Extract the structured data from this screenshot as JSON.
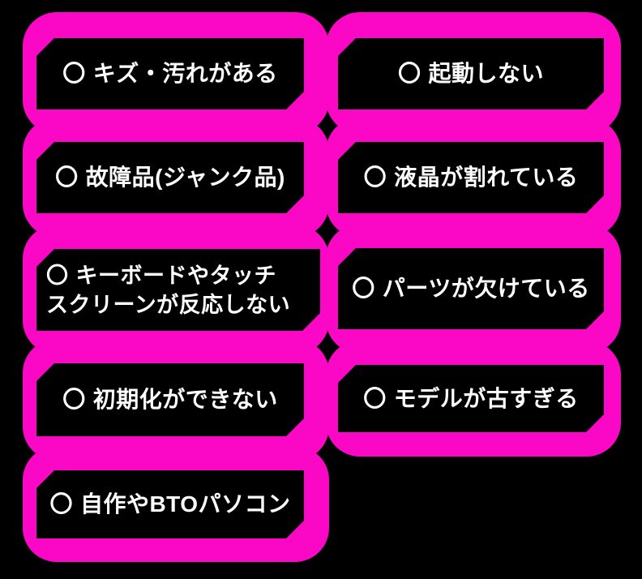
{
  "style": {
    "page_bg": "#000000",
    "blob_pink": "#fb07c6",
    "tag_black": "#000000",
    "text_white": "#ffffff"
  },
  "items": [
    {
      "marker": "〇",
      "label": "キズ・汚れがある"
    },
    {
      "marker": "〇",
      "label": "起動しない"
    },
    {
      "marker": "〇",
      "label": "故障品(ジャンク品)"
    },
    {
      "marker": "〇",
      "label": "液晶が割れている"
    },
    {
      "marker": "〇",
      "label": "キーボードやタッチ\nスクリーンが反応しない"
    },
    {
      "marker": "〇",
      "label": "パーツが欠けている"
    },
    {
      "marker": "〇",
      "label": "初期化ができない"
    },
    {
      "marker": "〇",
      "label": "モデルが古すぎる"
    },
    {
      "marker": "〇",
      "label": "自作やBTOパソコン"
    }
  ]
}
